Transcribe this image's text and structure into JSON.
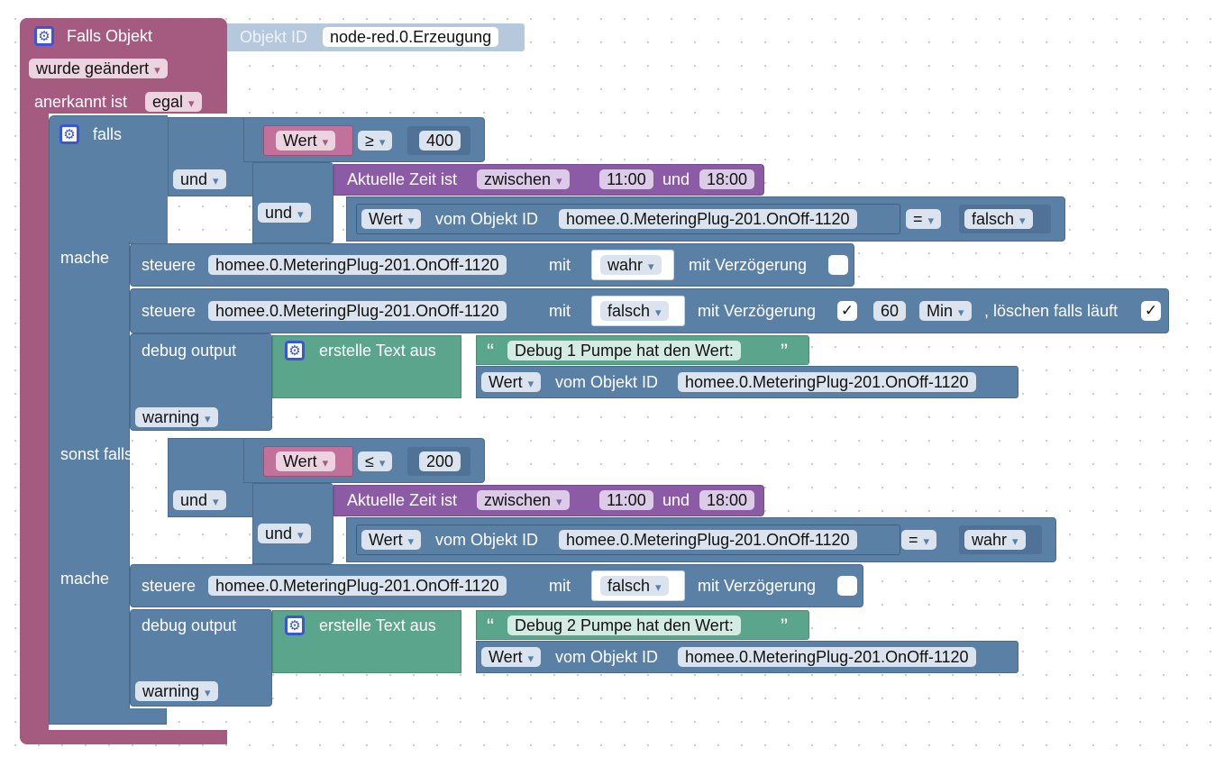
{
  "event": {
    "title": "Falls Objekt",
    "objekt_id_label": "Objekt ID",
    "objekt_id_value": "node-red.0.Erzeugung",
    "changed": "wurde geändert",
    "ack_label": "anerkannt ist",
    "ack_value": "egal"
  },
  "if": {
    "falls": "falls",
    "sonst_falls": "sonst falls",
    "mache": "mache",
    "und": "und"
  },
  "cond1": {
    "wert": "Wert",
    "op": "≥",
    "num": "400",
    "time_label": "Aktuelle Zeit ist",
    "time_mode": "zwischen",
    "t_from": "11:00",
    "t_and": "und",
    "t_to": "18:00",
    "obj_wert": "Wert",
    "vom": "vom Objekt ID",
    "obj_id": "homee.0.MeteringPlug-201.OnOff-1120",
    "eq": "=",
    "bool": "falsch"
  },
  "do1": {
    "steuere1": "steuere",
    "id1": "homee.0.MeteringPlug-201.OnOff-1120",
    "mit1": "mit",
    "val1": "wahr",
    "delay1": "mit Verzögerung",
    "steuere2": "steuere",
    "id2": "homee.0.MeteringPlug-201.OnOff-1120",
    "mit2": "mit",
    "val2": "falsch",
    "delay2": "mit Verzögerung",
    "check2": "✓",
    "delay_num": "60",
    "unit": "Min",
    "clear": ", löschen falls läuft",
    "check3": "✓",
    "debug": "debug output",
    "text_create": "erstelle Text aus",
    "quote_open": "“",
    "quote_close": "”",
    "text": "Debug 1 Pumpe hat den Wert:",
    "wert": "Wert",
    "vom": "vom Objekt ID",
    "obj_id": "homee.0.MeteringPlug-201.OnOff-1120",
    "level": "warning"
  },
  "cond2": {
    "wert": "Wert",
    "op": "≤",
    "num": "200",
    "time_label": "Aktuelle Zeit ist",
    "time_mode": "zwischen",
    "t_from": "11:00",
    "t_and": "und",
    "t_to": "18:00",
    "obj_wert": "Wert",
    "vom": "vom Objekt ID",
    "obj_id": "homee.0.MeteringPlug-201.OnOff-1120",
    "eq": "=",
    "bool": "wahr"
  },
  "do2": {
    "steuere": "steuere",
    "id": "homee.0.MeteringPlug-201.OnOff-1120",
    "mit": "mit",
    "val": "falsch",
    "delay": "mit Verzögerung",
    "debug": "debug output",
    "text_create": "erstelle Text aus",
    "quote_open": "“",
    "quote_close": "”",
    "text": "Debug 2 Pumpe hat den Wert:",
    "wert": "Wert",
    "vom": "vom Objekt ID",
    "obj_id": "homee.0.MeteringPlug-201.OnOff-1120",
    "level": "warning"
  },
  "colors": {
    "event": "#a55b80",
    "logic": "#5b80a5",
    "text": "#5ba58c",
    "time": "#8b5ba5"
  }
}
